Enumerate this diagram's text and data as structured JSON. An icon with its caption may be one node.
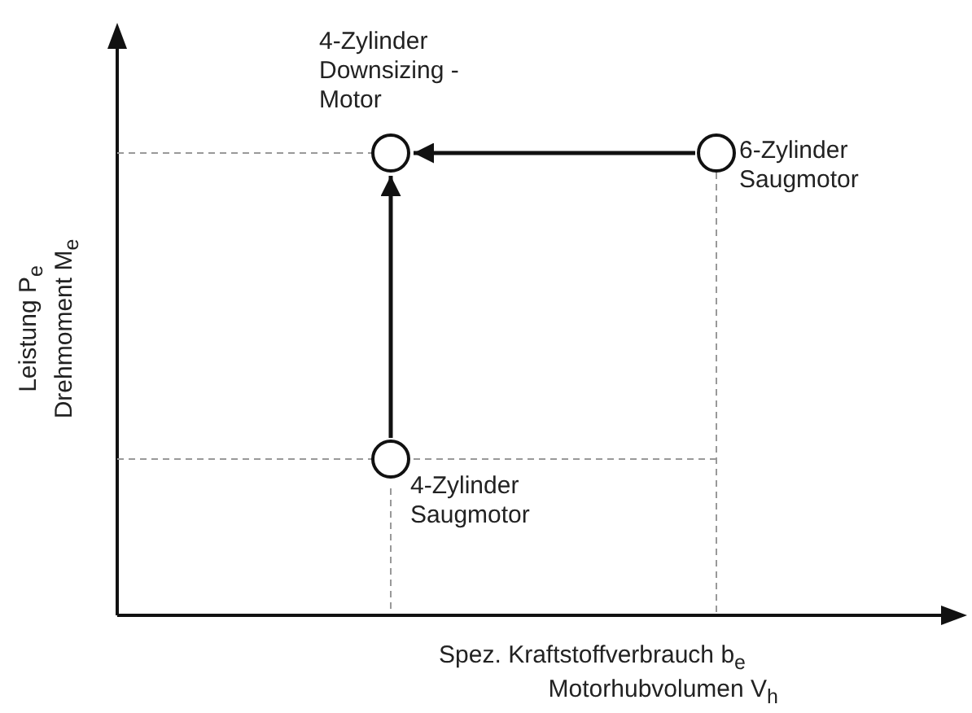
{
  "diagram": {
    "nodes": [
      {
        "text": [],
        "shape": "circle",
        "beside": [
          "4-Zylinder Downsizing - Motor"
        ]
      },
      {
        "text": [],
        "shape": "circle",
        "beside": [
          "6-Zylinder Saugmotor"
        ]
      },
      {
        "text": [],
        "shape": "circle",
        "beside": [
          "4-Zylinder Saugmotor"
        ]
      }
    ],
    "edges": [
      {
        "from": 1,
        "to": 0,
        "arrow": "to"
      },
      {
        "from": 2,
        "to": 0,
        "arrow": "to"
      }
    ],
    "labels": [
      "Leistung P$_{e}$",
      "Drehmoment M$_{e}$",
      "Spez. Kraftstoffverbrauch b$_{e}$",
      "Motorhubvolumen V$_{h}$"
    ]
  }
}
